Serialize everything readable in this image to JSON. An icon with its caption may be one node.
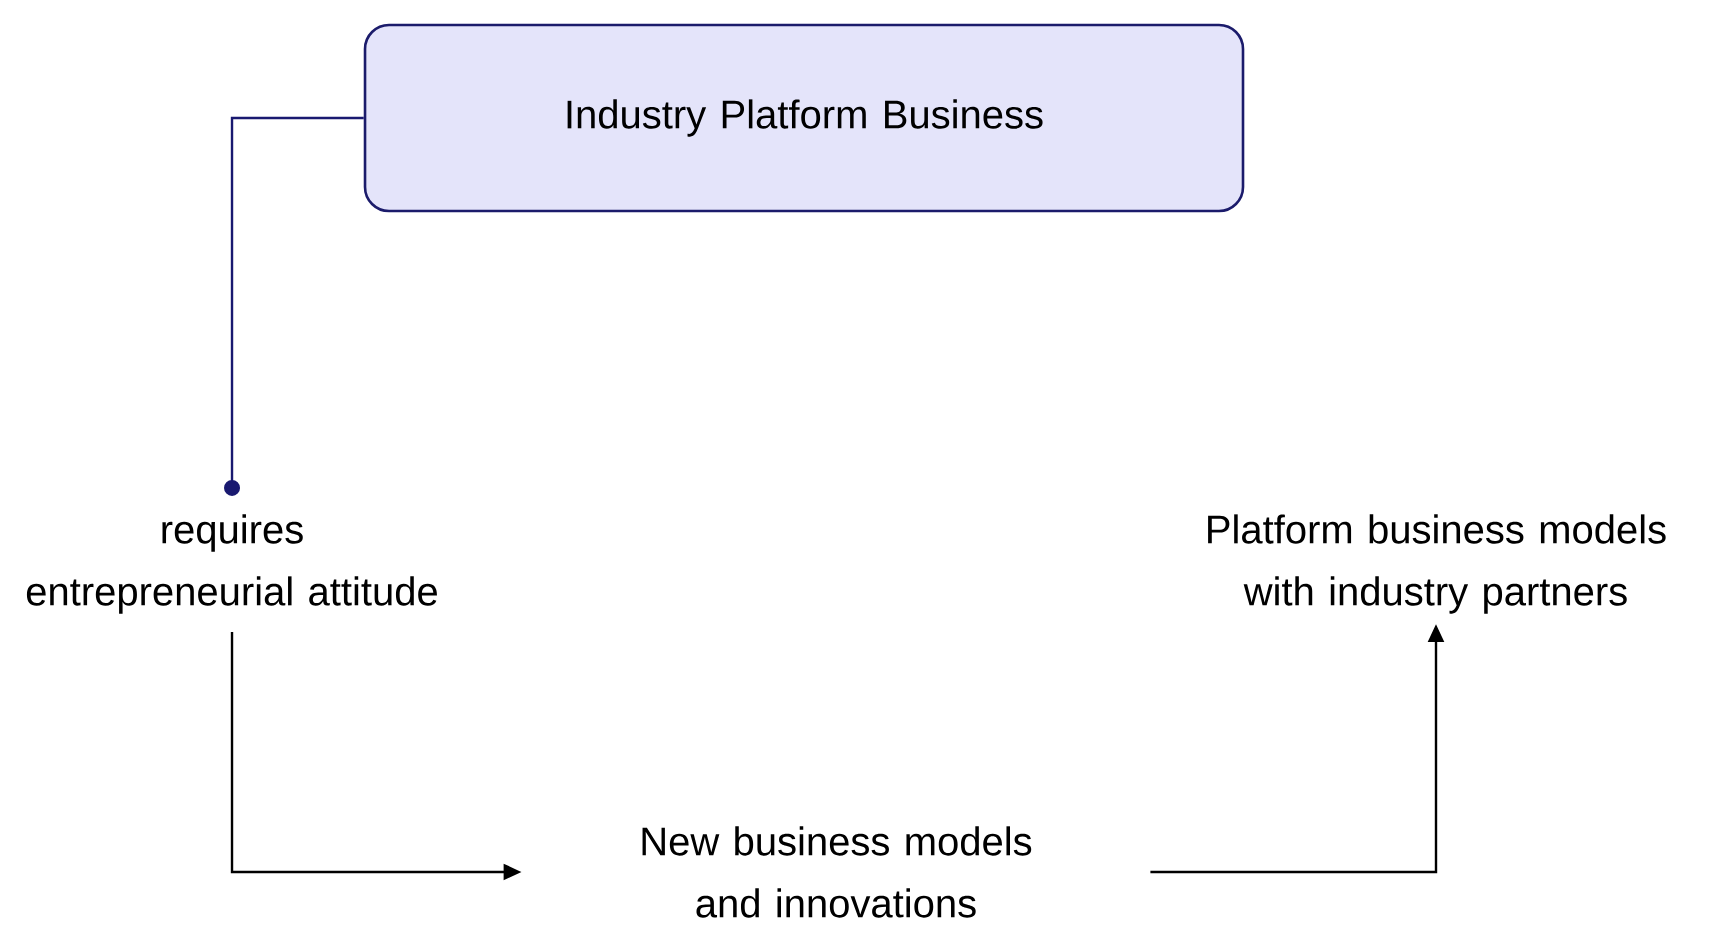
{
  "diagram": {
    "nodes": [
      {
        "text": [
          "Industry Platform Business"
        ]
      },
      {
        "text": [
          "requires entrepreneurial attitude"
        ]
      },
      {
        "text": [
          "New business models and innovations"
        ]
      },
      {
        "text": [
          "Platform business models with industry partners"
        ]
      }
    ],
    "edges": [
      {
        "from": 0,
        "to": 1,
        "arrow": "other",
        "color": "#191970"
      },
      {
        "from": 1,
        "to": 2,
        "arrow": "to"
      },
      {
        "from": 2,
        "to": 3,
        "arrow": "to"
      }
    ]
  }
}
